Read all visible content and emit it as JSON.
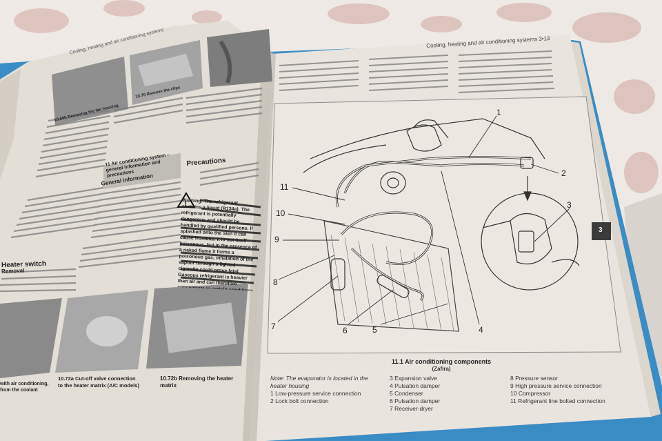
{
  "scene": {
    "colors": {
      "bedsheet": "#efe9e6",
      "flower": "#d7b3ad",
      "page_right": "#e8e4dd",
      "page_left": "#e2ded6",
      "book_cover": "#3d8fc7",
      "ink": "#2a2a2a"
    }
  },
  "left_page": {
    "running_head": "Cooling, heating and air conditioning systems",
    "photo_captions": {
      "top_1": "10.69b Removing the fan housing",
      "top_2": "10.70 Remove the clips",
      "bottom_1": "with air conditioning, from the coolant",
      "bottom_2": "10.72a Cut-off valve connection to the heater matrix (A/C models)",
      "bottom_3": "10.72b Removing the heater matrix"
    },
    "headings": {
      "heater_switch": "Heater switch",
      "removal": "Removal",
      "general_information": "General information",
      "ac_system": "11 Air conditioning system – general information and precautions",
      "precautions": "Precautions"
    },
    "warning_text": "Warning: The refrigerant contains a liquid (R134a). The refrigerant is potentially dangerous and should be handled by qualified persons. If splashed onto the skin it can cause frostbite. It is not itself poisonous, but in the presence of a naked flame it forms a poisonous gas; inhalation of the vapour through a lighted cigarette could prove fatal. Gaseous refrigerant is heavier than air and can therefore concentrate in certain conditions (for instance in a"
  },
  "right_page": {
    "running_head": "Cooling, heating and air conditioning systems 3•13",
    "tab_number": "3",
    "figure": {
      "number_labels": [
        "1",
        "2",
        "3",
        "4",
        "5",
        "6",
        "7",
        "8",
        "9",
        "10",
        "11"
      ],
      "caption_title": "11.1 Air conditioning components",
      "caption_sub": "(Zafira)"
    },
    "legend": {
      "note": "Note: The evaporator is located in the heater housing",
      "col1": [
        "1  Low-pressure service connection",
        "2  Lock bolt connection"
      ],
      "col2": [
        "3  Expansion valve",
        "4  Pulsation damper",
        "5  Condenser",
        "6  Pulsation damper",
        "7  Receiver-dryer"
      ],
      "col3": [
        "8  Pressure sensor",
        "9  High pressure service connection",
        "10 Compressor",
        "11 Refrigerant line bolted connection"
      ]
    }
  }
}
